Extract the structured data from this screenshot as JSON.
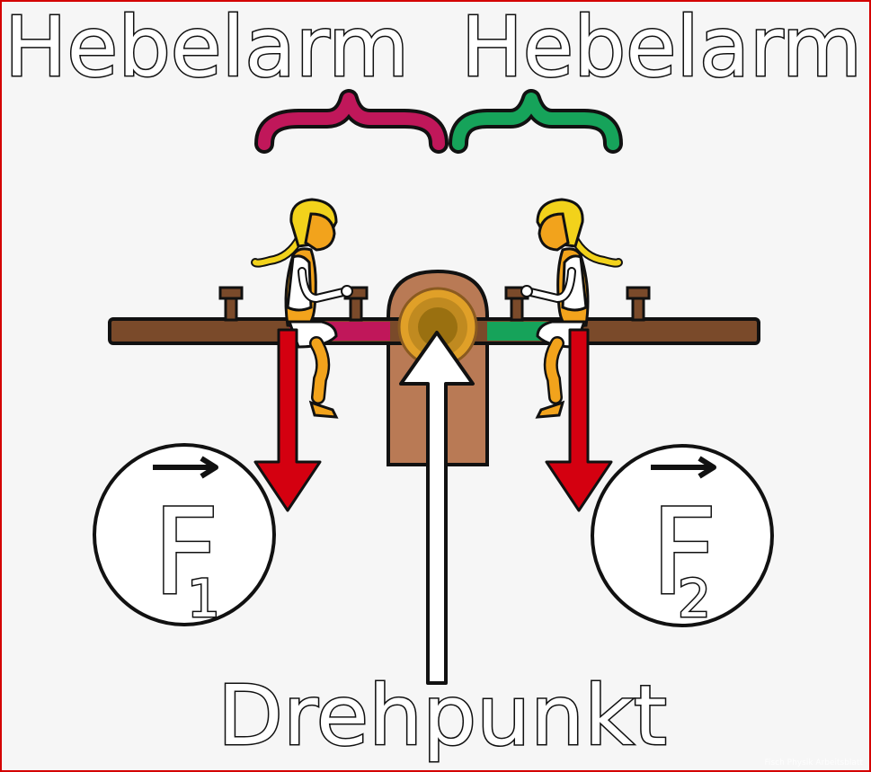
{
  "labels": {
    "lever_arm_left": "Hebelarm",
    "lever_arm_right": "Hebelarm",
    "pivot": "Drehpunkt"
  },
  "forces": {
    "left": {
      "letter": "F",
      "subscript": "1"
    },
    "right": {
      "letter": "F",
      "subscript": "2"
    }
  },
  "watermark": "Fisch Physik Arbeitsblatt",
  "colors": {
    "left_arm": "#c0175a",
    "right_arm": "#16a35a",
    "force_arrow": "#d40010",
    "beam": "#7a4a2a",
    "pivot": "#b97a55",
    "hair": "#f2d21b",
    "skin": "#f2a31c",
    "border": "#d40000"
  },
  "icons": [
    "brace-icon",
    "girl-figure-icon",
    "arrow-down-icon",
    "arrow-up-icon",
    "vector-arrow-icon"
  ]
}
